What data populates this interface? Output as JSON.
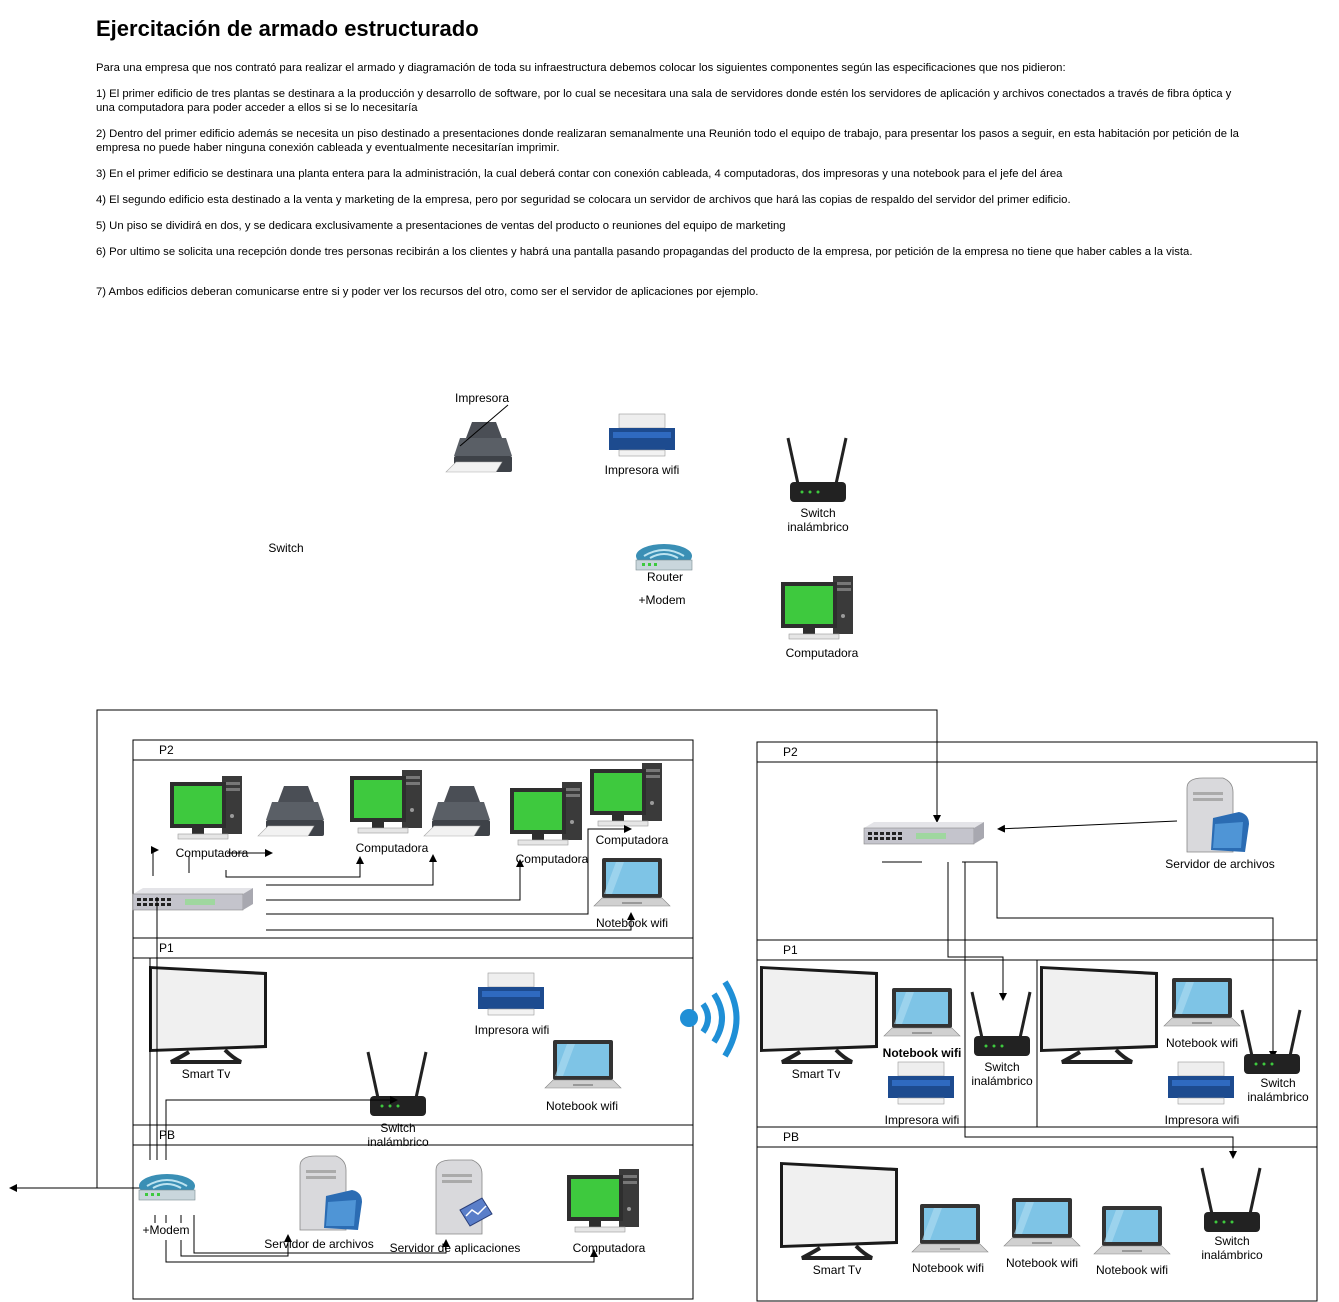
{
  "header": {
    "title": "Ejercitación de armado estructurado",
    "intro": "Para una empresa que  nos contrató para realizar el armado y diagramación de toda su infraestructura debemos colocar los siguientes componentes según las especificaciones que nos pidieron:",
    "items": [
      "1) El primer edificio de tres plantas se destinara a la producción y desarrollo de software, por lo cual se necesitara una sala de servidores donde estén los servidores de aplicación y archivos conectados a través de fibra óptica y una computadora para poder acceder a ellos si se lo necesitaría",
      "2) Dentro del primer edificio además se necesita un piso destinado a presentaciones donde realizaran semanalmente una Reunión todo el equipo de trabajo, para presentar los pasos a seguir, en esta habitación por petición de la empresa no puede haber ninguna conexión cableada y eventualmente necesitarían imprimir.",
      "3) En el primer edificio se destinara una planta entera para la administración, la cual deberá contar con conexión cableada, 4 computadoras, dos impresoras y una notebook para el jefe del área",
      "4) El segundo edificio esta destinado a la venta y marketing de la empresa, pero por seguridad se colocara un servidor de archivos que hará las copias de respaldo del servidor del primer edificio.",
      "5) Un piso se dividirá en dos, y se dedicara exclusivamente a presentaciones de ventas del producto o reuniones del equipo de marketing",
      "6) Por ultimo se solicita una recepción donde tres personas recibirán a los clientes y habrá una pantalla pasando propagandas del producto de la empresa, por petición de la empresa no tiene que haber cables a la vista.",
      "7) Ambos edificios deberan comunicarse entre si y poder ver los recursos del otro, como ser el servidor de aplicaciones por ejemplo."
    ]
  },
  "legend": {
    "printer": "Impresora",
    "wifi_printer": "Impresora wifi",
    "wireless_switch": "Switch\ninalámbrico",
    "switch": "Switch",
    "router": "Router",
    "modem": "+Modem",
    "computer": "Computadora"
  },
  "building1": {
    "floors": [
      "P2",
      "P1",
      "PB"
    ],
    "p2": {
      "computers": [
        "Computadora",
        "Computadora",
        "Computadora",
        "Computadora"
      ],
      "notebook": "Notebook wifi"
    },
    "p1": {
      "tv": "Smart Tv",
      "printer": "Impresora wifi",
      "notebook": "Notebook wifi",
      "wireless_switch": "Switch\ninalámbrico"
    },
    "pb": {
      "modem": "+Modem",
      "file_server": "Servidor de archivos",
      "app_server": "Servidor de aplicaciones",
      "computer": "Computadora"
    }
  },
  "building2": {
    "floors": [
      "P2",
      "P1",
      "PB"
    ],
    "p2": {
      "file_server": "Servidor de archivos"
    },
    "p1": {
      "left": {
        "tv": "Smart Tv",
        "notebook": "Notebook wifi",
        "printer": "Impresora wifi"
      },
      "center_switch": "Switch\ninalámbrico",
      "right": {
        "notebook": "Notebook wifi",
        "printer": "Impresora wifi",
        "switch": "Switch\ninalámbrico"
      }
    },
    "pb": {
      "tv": "Smart Tv",
      "notebooks": [
        "Notebook wifi",
        "Notebook wifi",
        "Notebook wifi"
      ],
      "switch": "Switch\ninalámbrico"
    }
  },
  "colors": {
    "screen": "#3ec93e",
    "wifi": "#1f8fd6",
    "device_dark": "#2b2b2b",
    "line": "#000000"
  }
}
